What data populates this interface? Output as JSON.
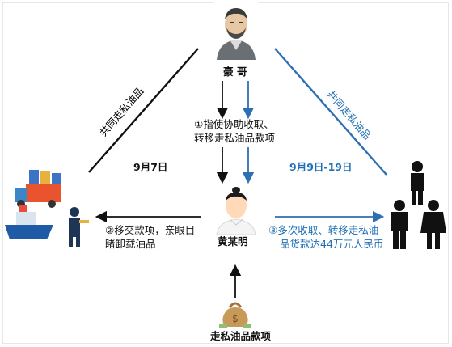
{
  "nodes": {
    "top_label": "豪 哥",
    "center_label": "黄某明",
    "bottom_label": "走私油品款项"
  },
  "edges": {
    "left_diagonal": "共同走私油品",
    "right_diagonal": "共同走私油品",
    "middle_line1": "①指使协助收取、",
    "middle_line2": "转移走私油品款项",
    "left_date": "9月7日",
    "right_date": "9月9日-19日",
    "left_action_line1": "②移交款项，亲眼目",
    "left_action_line2": "睹卸载油品",
    "right_action_line1": "③多次收取、转移走私油",
    "right_action_line2": "品货款达44万元人民币"
  },
  "colors": {
    "black_line": "#111111",
    "blue_line": "#2d6fb3",
    "blue_text": "#1f6fb5"
  }
}
